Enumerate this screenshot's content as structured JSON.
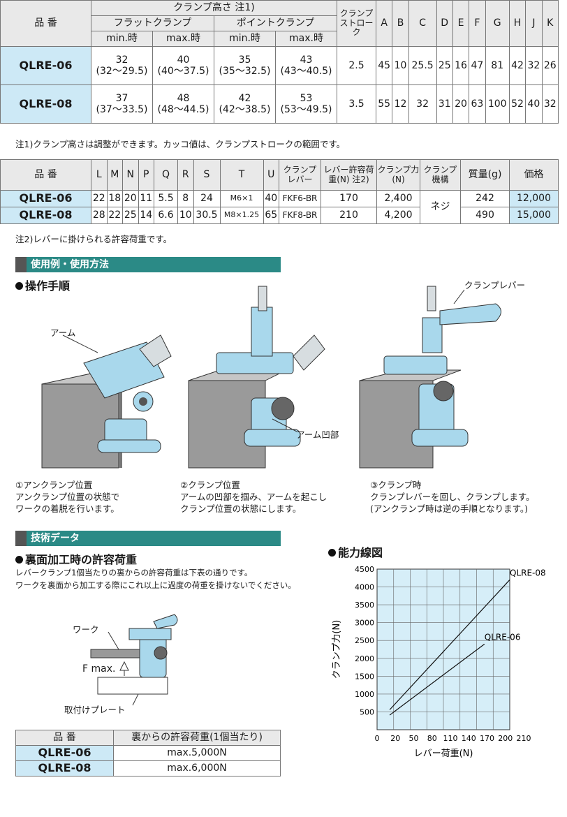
{
  "spec_table_1": {
    "h_item": "品 番",
    "h_clamp_height": "クランプ高さ 注1)",
    "h_flat": "フラットクランプ",
    "h_point": "ポイントクランプ",
    "h_min": "min.時",
    "h_max": "max.時",
    "h_stroke": "クランプストローク",
    "dim_cols": [
      "A",
      "B",
      "C",
      "D",
      "E",
      "F",
      "G",
      "H",
      "J",
      "K"
    ],
    "rows": [
      {
        "code": "QLRE-06",
        "flat_min": "32",
        "flat_min_r": "(32〜29.5)",
        "flat_max": "40",
        "flat_max_r": "(40〜37.5)",
        "point_min": "35",
        "point_min_r": "(35〜32.5)",
        "point_max": "43",
        "point_max_r": "(43〜40.5)",
        "stroke": "2.5",
        "dims": [
          "45",
          "10",
          "25.5",
          "25",
          "16",
          "47",
          "81",
          "42",
          "32",
          "26"
        ]
      },
      {
        "code": "QLRE-08",
        "flat_min": "37",
        "flat_min_r": "(37〜33.5)",
        "flat_max": "48",
        "flat_max_r": "(48〜44.5)",
        "point_min": "42",
        "point_min_r": "(42〜38.5)",
        "point_max": "53",
        "point_max_r": "(53〜49.5)",
        "stroke": "3.5",
        "dims": [
          "55",
          "12",
          "32",
          "31",
          "20",
          "63",
          "100",
          "52",
          "40",
          "32"
        ]
      }
    ]
  },
  "note1": "注1)クランプ高さは調整ができます。カッコ値は、クランプストロークの範囲です。",
  "spec_table_2": {
    "h_item": "品 番",
    "cols": [
      "L",
      "M",
      "N",
      "P",
      "Q",
      "R",
      "S",
      "T",
      "U"
    ],
    "h_lever": "クランプレバー",
    "h_lever_load": "レバー許容荷重(N) 注2)",
    "h_force": "クランプ力(N)",
    "h_mech": "クランプ機構",
    "h_mass": "質量(g)",
    "h_price": "価格",
    "mech": "ネジ",
    "rows": [
      {
        "code": "QLRE-06",
        "vals": [
          "22",
          "18",
          "20",
          "11",
          "5.5",
          "8",
          "24",
          "M6×1",
          "40"
        ],
        "lever": "FKF6-BR",
        "load": "170",
        "force": "2,400",
        "mass": "242",
        "price": "12,000"
      },
      {
        "code": "QLRE-08",
        "vals": [
          "28",
          "22",
          "25",
          "14",
          "6.6",
          "10",
          "30.5",
          "M8×1.25",
          "65"
        ],
        "lever": "FKF8-BR",
        "load": "210",
        "force": "4,200",
        "mass": "490",
        "price": "15,000"
      }
    ]
  },
  "note2": "注2)レバーに掛けられる許容荷重です。",
  "section_usage": "使用例・使用方法",
  "heading_steps": "操作手順",
  "callouts": {
    "arm": "アーム",
    "arm_recess": "アーム凹部",
    "clamp_lever": "クランプレバー"
  },
  "steps": [
    {
      "title": "①アンクランプ位置",
      "l1": "アンクランプ位置の状態で",
      "l2": "ワークの着脱を行います。"
    },
    {
      "title": "②クランプ位置",
      "l1": "アームの凹部を掴み、アームを起こし",
      "l2": "クランプ位置の状態にします。"
    },
    {
      "title": "③クランプ時",
      "l1": "クランプレバーを回し、クランプします。",
      "l2": "(アンクランプ時は逆の手順となります。)"
    }
  ],
  "section_tech": "技術データ",
  "heading_back": "裏面加工時の許容荷重",
  "back_desc1": "レバークランプ1個当たりの裏からの許容荷重は下表の通りです。",
  "back_desc2": "ワークを裏面から加工する際にこれ以上に過度の荷重を掛けないでください。",
  "diagram_labels": {
    "work": "ワーク",
    "fmax": "F max.",
    "plate": "取付けプレート"
  },
  "allow_table": {
    "h_item": "品 番",
    "h_load": "裏からの許容荷重(1個当たり)",
    "rows": [
      {
        "code": "QLRE-06",
        "load": "max.5,000N"
      },
      {
        "code": "QLRE-08",
        "load": "max.6,000N"
      }
    ]
  },
  "heading_chart": "能力線図",
  "chart_data": {
    "type": "line",
    "xlabel": "レバー荷重(N)",
    "ylabel": "クランプ力(N)",
    "xlim": [
      0,
      210
    ],
    "ylim": [
      0,
      4500
    ],
    "xticks": [
      0,
      20,
      50,
      80,
      110,
      140,
      170,
      200,
      210
    ],
    "yticks": [
      500,
      1000,
      1500,
      2000,
      2500,
      3000,
      3500,
      4000,
      4500
    ],
    "series": [
      {
        "name": "QLRE-08",
        "x": [
          20,
          210
        ],
        "y": [
          560,
          4200
        ]
      },
      {
        "name": "QLRE-06",
        "x": [
          20,
          170
        ],
        "y": [
          410,
          2400
        ]
      }
    ]
  }
}
